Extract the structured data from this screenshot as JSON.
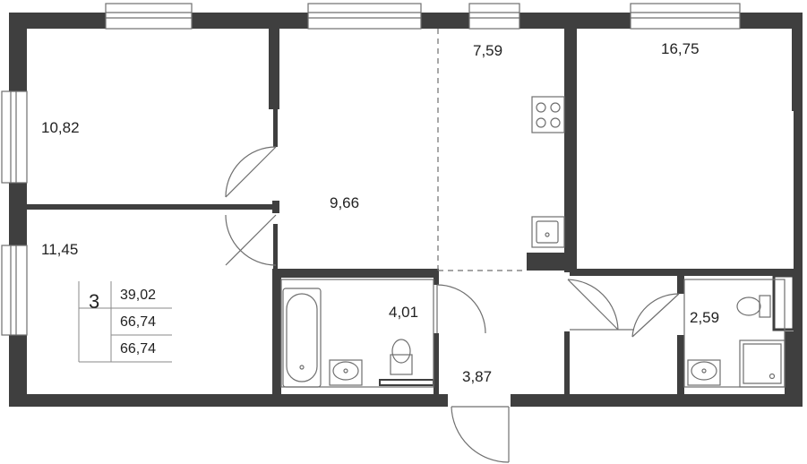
{
  "colors": {
    "wall": "#3f3f3f",
    "line": "#6f6f6f",
    "background": "#ffffff"
  },
  "rooms": [
    {
      "id": "bedroom-1",
      "area": "10,82"
    },
    {
      "id": "bedroom-2",
      "area": "11,45"
    },
    {
      "id": "living-room",
      "area": "9,66"
    },
    {
      "id": "kitchen",
      "area": "7,59"
    },
    {
      "id": "bedroom-3",
      "area": "16,75"
    },
    {
      "id": "bathroom",
      "area": "4,01"
    },
    {
      "id": "hallway",
      "area": "3,87"
    },
    {
      "id": "wc",
      "area": "2,59"
    }
  ],
  "info_box": {
    "room_count": "3",
    "living_area": "39,02",
    "total_area": "66,74",
    "total_area_with_balcony": "66,74"
  },
  "icons": [
    "window-icon",
    "door-icon",
    "stove-icon",
    "sink-icon",
    "bathtub-icon",
    "toilet-icon",
    "shower-icon"
  ]
}
